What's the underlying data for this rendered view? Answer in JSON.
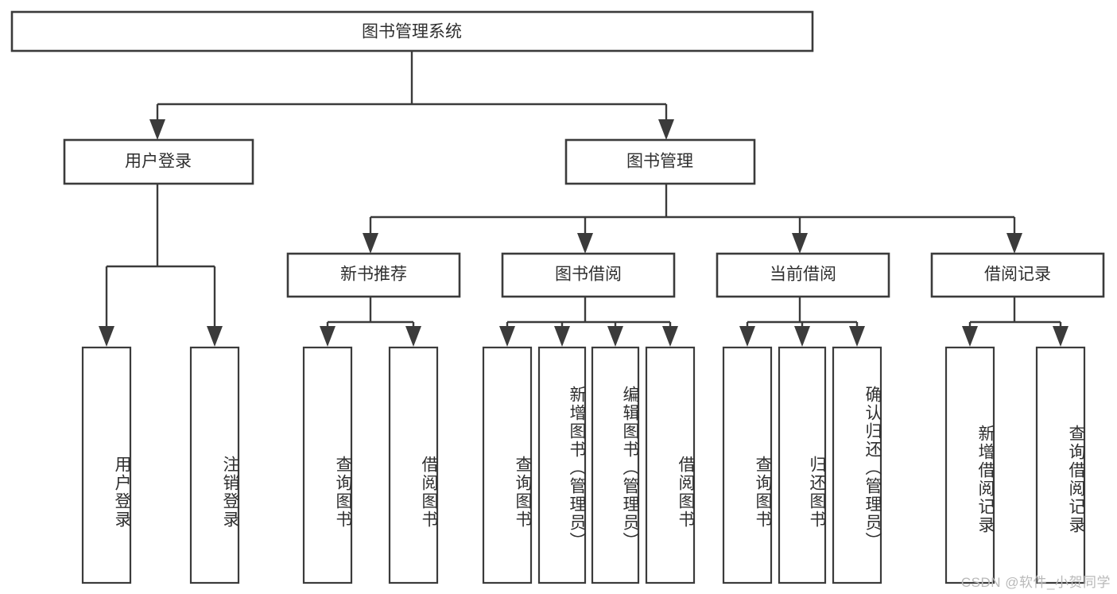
{
  "diagram": {
    "type": "tree-hierarchy",
    "title": "图书管理系统",
    "root": {
      "label": "图书管理系统"
    },
    "level1": [
      {
        "label": "用户登录"
      },
      {
        "label": "图书管理"
      }
    ],
    "level2": [
      {
        "label": "新书推荐"
      },
      {
        "label": "图书借阅"
      },
      {
        "label": "当前借阅"
      },
      {
        "label": "借阅记录"
      }
    ],
    "leaves": {
      "user_login": [
        {
          "label": "用户登录"
        },
        {
          "label": "注销登录"
        }
      ],
      "new_book_recommend": [
        {
          "label": "查询图书"
        },
        {
          "label": "借阅图书"
        }
      ],
      "book_borrow": [
        {
          "label": "查询图书"
        },
        {
          "label": "新增图书（管理员）"
        },
        {
          "label": "编辑图书（管理员）"
        },
        {
          "label": "借阅图书"
        }
      ],
      "current_borrow": [
        {
          "label": "查询图书"
        },
        {
          "label": "归还图书"
        },
        {
          "label": "确认归还（管理员）"
        }
      ],
      "borrow_record": [
        {
          "label": "新增借阅记录"
        },
        {
          "label": "查询借阅记录"
        }
      ]
    }
  },
  "watermark": {
    "text": "CSDN @软件_小贺同学"
  },
  "colors": {
    "stroke": "#3b3b3b",
    "text": "#2f2f2f",
    "background": "#ffffff",
    "watermark": "#b9b9b9"
  }
}
